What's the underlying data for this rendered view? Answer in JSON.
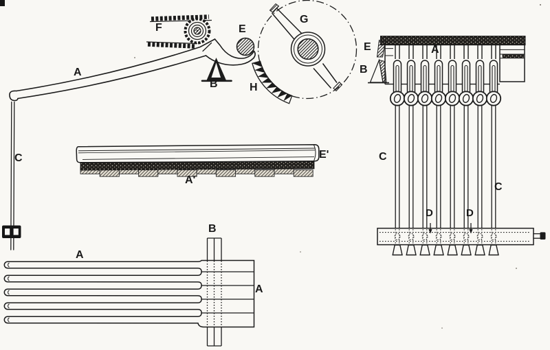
{
  "palette": {
    "background": "#f9f8f4",
    "ink": "#1c1c1c"
  },
  "figures": {
    "lever_action": {
      "description": "lever with fulcrum, feed roller, ball and toothed sector, magnified hub detail",
      "labels": {
        "F": "F",
        "A": "A",
        "E": "E",
        "B": "B",
        "H": "H",
        "G": "G",
        "C": "C"
      }
    },
    "feed_bar": {
      "description": "cylindrical bar over stippled strip with staggered hatched blocks",
      "labels": {
        "A_prime": "A'",
        "E_prime": "E'"
      }
    },
    "type_comb": {
      "description": "five-pronged comb joined to a block crossed by a vertical bar",
      "labels": {
        "A_top": "A",
        "B": "B",
        "A_side": "A"
      }
    },
    "hanger_frame": {
      "description": "rail with eight hanging links, rings and rods passing through a lower bar with feet",
      "labels": {
        "E": "E",
        "B": "B",
        "A": "A",
        "C_left": "C",
        "C_right": "C",
        "D_left": "D",
        "D_right": "D"
      }
    }
  }
}
